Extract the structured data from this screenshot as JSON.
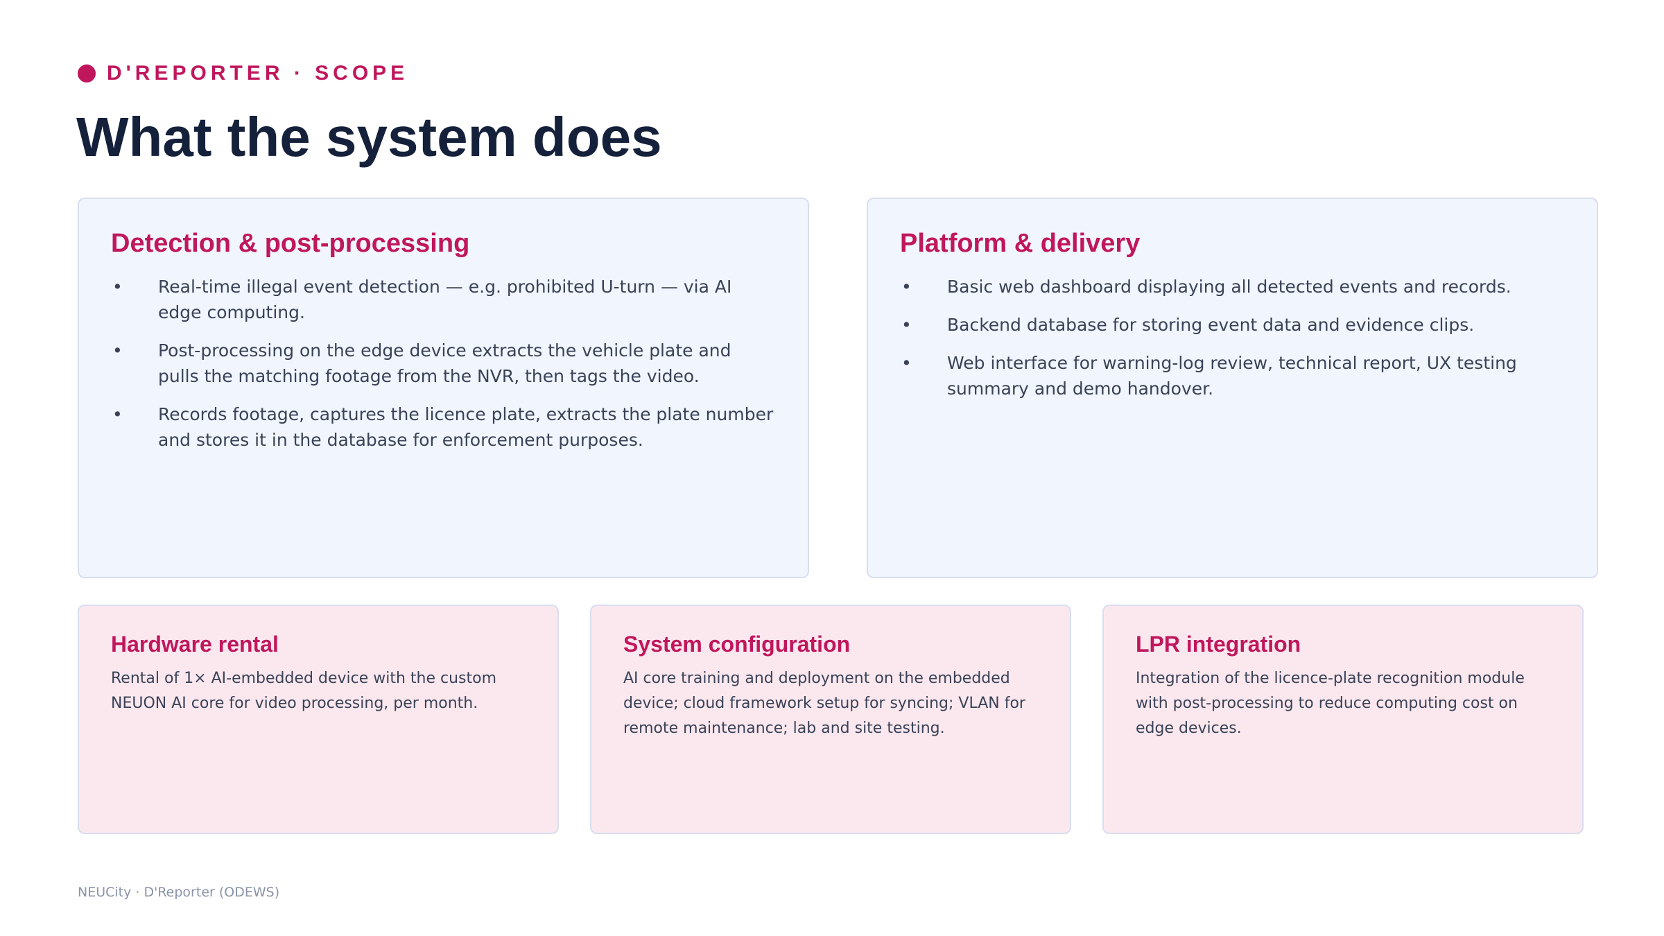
{
  "header": {
    "eyebrow": "D'REPORTER · SCOPE",
    "title": "What the system does"
  },
  "cards": {
    "detection": {
      "title": "Detection & post-processing",
      "items": [
        "Real-time illegal event detection — e.g. prohibited U-turn — via AI edge computing.",
        "Post-processing on the edge device extracts the vehicle plate and pulls the matching footage from the NVR, then tags the video.",
        "Records footage, captures the licence plate, extracts the plate number and stores it in the database for enforcement purposes."
      ]
    },
    "platform": {
      "title": "Platform & delivery",
      "items": [
        "Basic web dashboard displaying all detected events and records.",
        "Backend database for storing event data and evidence clips.",
        "Web interface for warning-log review, technical report, UX testing summary and demo handover."
      ]
    },
    "hardware": {
      "title": "Hardware rental",
      "body": "Rental of 1× AI-embedded device with the custom NEUON AI core for video processing, per month."
    },
    "configuration": {
      "title": "System configuration",
      "body": "AI core training and deployment on the embedded device; cloud framework setup for syncing; VLAN for remote maintenance; lab and site testing."
    },
    "lpr": {
      "title": "LPR integration",
      "body": "Integration of the licence-plate recognition module with post-processing to reduce computing cost on edge devices."
    }
  },
  "footer": {
    "text": "NEUCity · D'Reporter (ODEWS)"
  },
  "colors": {
    "accent": "#c0175c",
    "title": "#15213b",
    "body": "#3a4256",
    "card_blue": "#f1f5fe",
    "card_pink": "#fbe8ef"
  }
}
